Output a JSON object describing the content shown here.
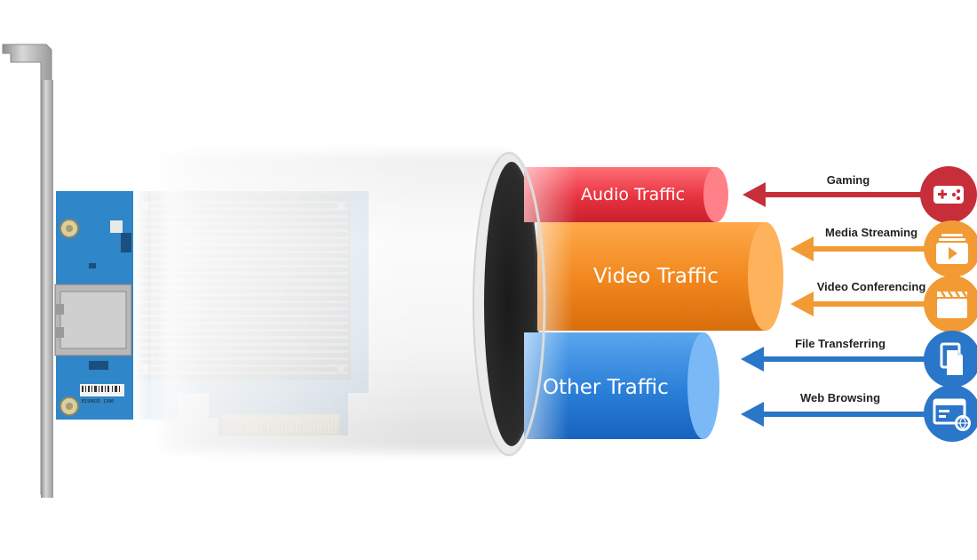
{
  "tubes": {
    "audio": {
      "label": "Audio Traffic",
      "color": "#e53a45"
    },
    "video": {
      "label": "Video Traffic",
      "color": "#f08a1f"
    },
    "other": {
      "label": "Other Traffic",
      "color": "#2c7fd6"
    }
  },
  "sources": [
    {
      "label": "Gaming",
      "icon": "gamepad-icon",
      "color": "#c62f3a"
    },
    {
      "label": "Media Streaming",
      "icon": "media-play-icon",
      "color": "#f29a33"
    },
    {
      "label": "Video Conferencing",
      "icon": "clapperboard-icon",
      "color": "#f29a33"
    },
    {
      "label": "File Transferring",
      "icon": "files-icon",
      "color": "#2a76c9"
    },
    {
      "label": "Web Browsing",
      "icon": "web-browser-icon",
      "color": "#2a76c9"
    }
  ],
  "card": {
    "sticker_text": "B199025 1390"
  }
}
